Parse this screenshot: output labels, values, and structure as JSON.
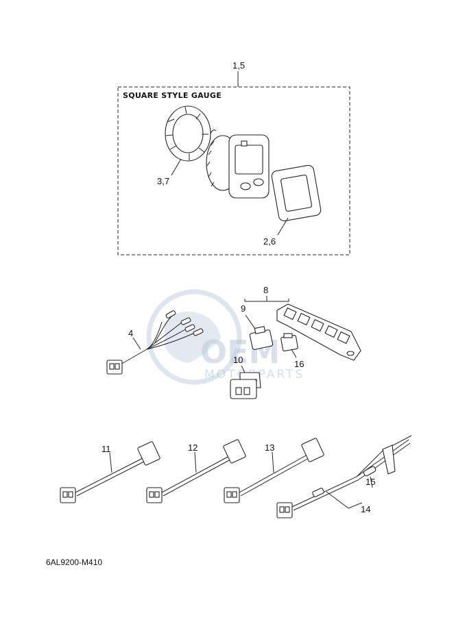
{
  "diagram": {
    "group_box_title": "SQUARE STYLE GAUGE",
    "drawing_code": "6AL9200-M410",
    "watermark": {
      "brand": "OEM",
      "tagline": "MOTORPARTS"
    },
    "callouts": [
      {
        "id": "c-1-5",
        "text": "1,5"
      },
      {
        "id": "c-3-7",
        "text": "3,7"
      },
      {
        "id": "c-2-6",
        "text": "2,6"
      },
      {
        "id": "c-8",
        "text": "8"
      },
      {
        "id": "c-9",
        "text": "9"
      },
      {
        "id": "c-4",
        "text": "4"
      },
      {
        "id": "c-10",
        "text": "10"
      },
      {
        "id": "c-16",
        "text": "16"
      },
      {
        "id": "c-11",
        "text": "11"
      },
      {
        "id": "c-12",
        "text": "12"
      },
      {
        "id": "c-13",
        "text": "13"
      },
      {
        "id": "c-15",
        "text": "15"
      },
      {
        "id": "c-14",
        "text": "14"
      }
    ]
  }
}
